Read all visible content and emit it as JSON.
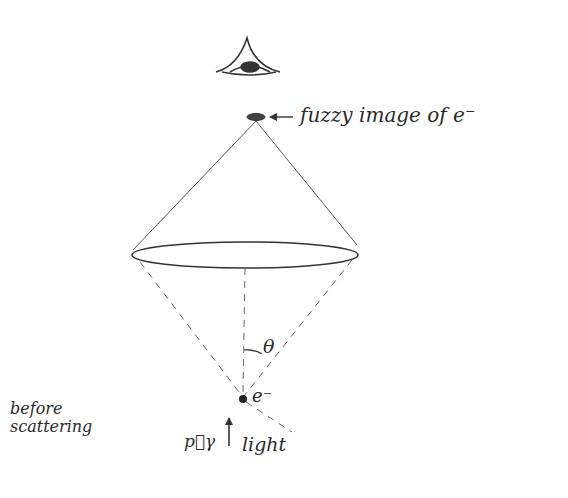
{
  "diagram": {
    "labels": [
      "fuzzy image of e⁻",
      "θ",
      "e⁻",
      "before scattering",
      "p⃗γ",
      "light"
    ]
  }
}
